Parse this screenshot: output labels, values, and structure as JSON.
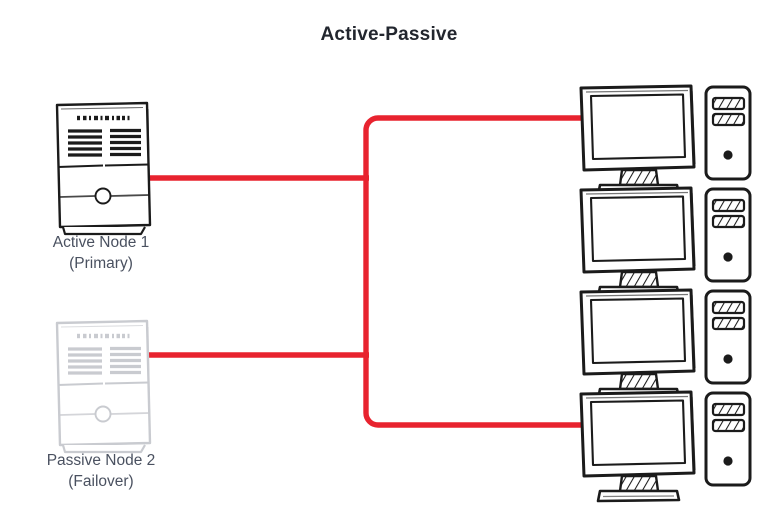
{
  "title": "Active-Passive",
  "colors": {
    "link_red": "#e8232f",
    "ink_dark": "#1b1b1b",
    "ink_faded": "#c9cbd0",
    "text": "#4a5160",
    "title_text": "#22262e",
    "background": "#ffffff"
  },
  "nodes": {
    "active": {
      "label_line1": "Active Node 1",
      "label_line2": "(Primary)",
      "caption": "Active Node 1\n(Primary)",
      "state": "active",
      "icon": "server-tower-icon"
    },
    "passive": {
      "label_line1": "Passive Node 2",
      "label_line2": "(Failover)",
      "caption": "Passive Node 2\n(Failover)",
      "state": "standby",
      "icon": "server-tower-icon"
    }
  },
  "clients": [
    {
      "index": 1,
      "icon": "desktop-computer-icon"
    },
    {
      "index": 2,
      "icon": "desktop-computer-icon"
    },
    {
      "index": 3,
      "icon": "desktop-computer-icon"
    },
    {
      "index": 4,
      "icon": "desktop-computer-icon"
    }
  ],
  "links": {
    "active_to_bus": "connection-line",
    "passive_to_bus": "connection-line",
    "bus": "vertical-bus-line",
    "bus_to_client_top": "connection-line",
    "bus_to_client_bottom": "connection-line",
    "client_chain": "client-chain-line"
  }
}
